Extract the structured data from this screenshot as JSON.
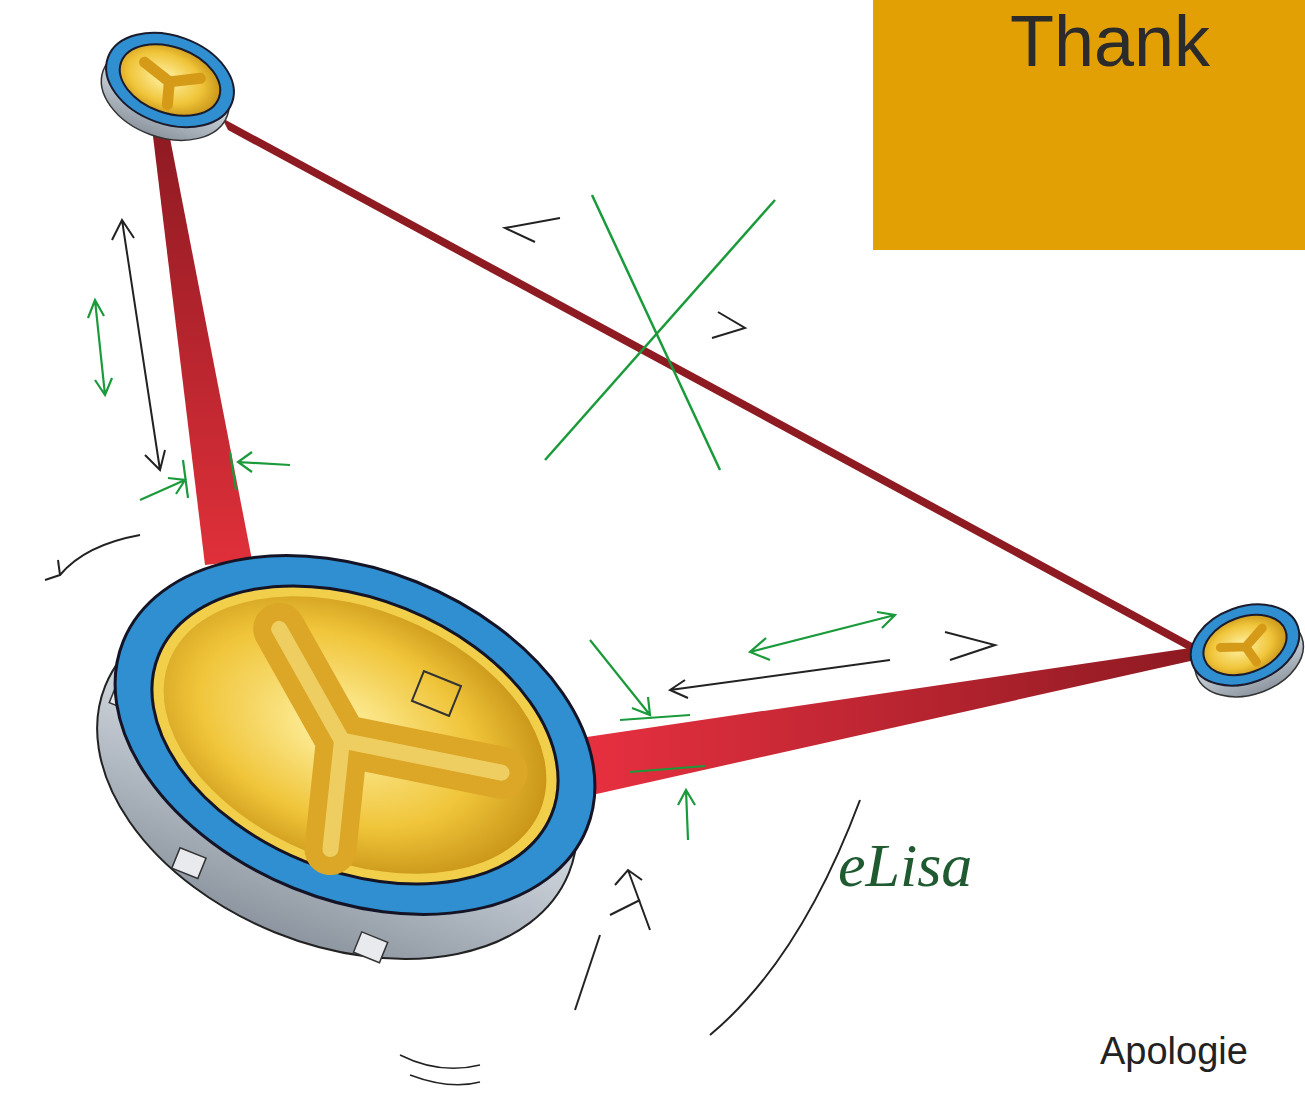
{
  "diagram": {
    "nodes": [
      {
        "text": [
          "Thank"
        ]
      }
    ],
    "labels": [
      "eLisa",
      "Apologie"
    ]
  }
}
